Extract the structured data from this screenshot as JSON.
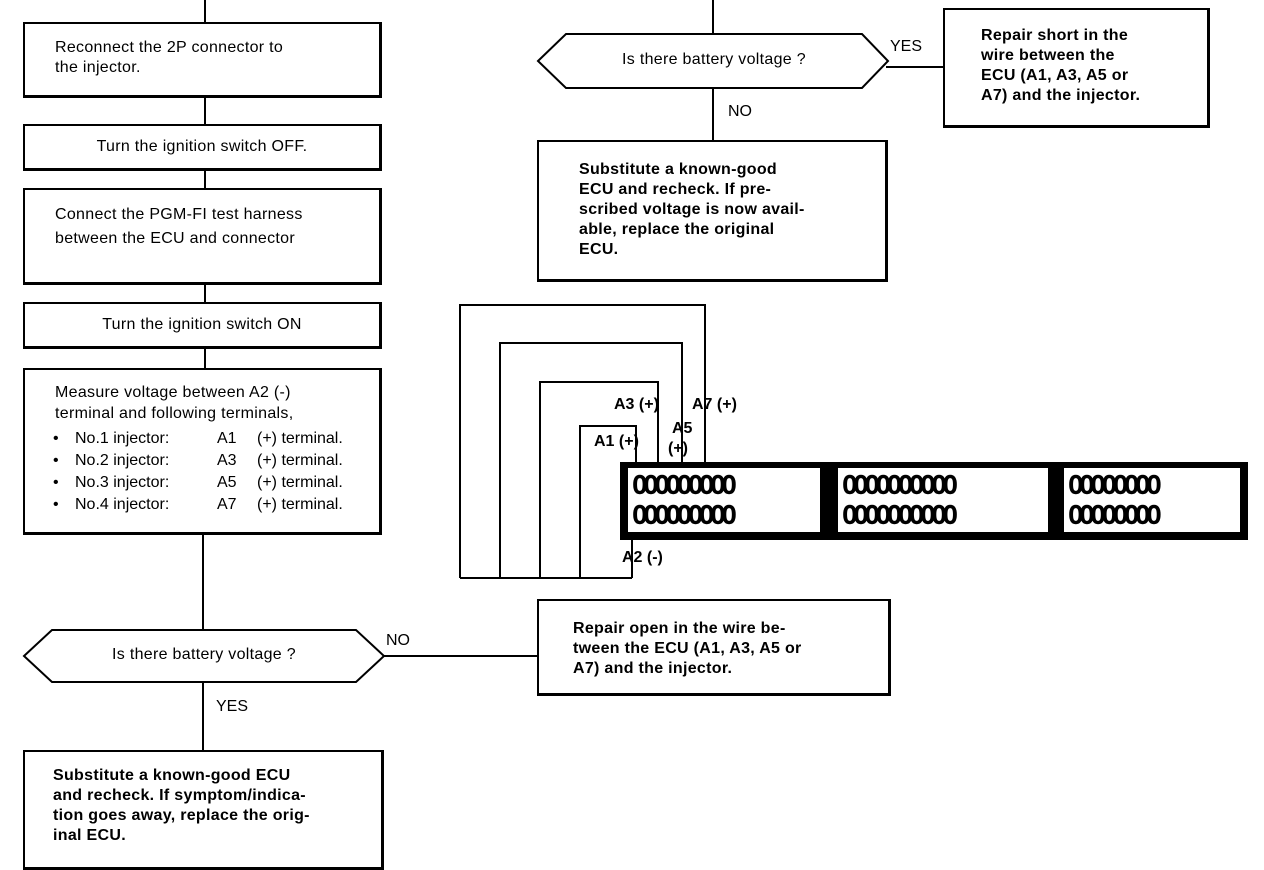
{
  "left": {
    "step1": "Reconnect the 2P connector to\nthe injector.",
    "step2": "Turn the ignition switch OFF.",
    "step3": "Connect the PGM-FI test harness\nbetween the ECU and connector",
    "step4": "Turn the ignition switch ON",
    "measure": {
      "intro": "Measure voltage between A2 (-)\nterminal and following terminals,",
      "items": [
        {
          "name": "No.1 injector:",
          "term": "A1",
          "sign": "(+) terminal."
        },
        {
          "name": "No.2 injector:",
          "term": "A3",
          "sign": "(+) terminal."
        },
        {
          "name": "No.3 injector:",
          "term": "A5",
          "sign": "(+) terminal."
        },
        {
          "name": "No.4 injector:",
          "term": "A7",
          "sign": "(+) terminal."
        }
      ]
    },
    "decision": "Is there battery voltage ?",
    "no_label": "NO",
    "yes_label": "YES",
    "result_yes": "Substitute a known-good ECU\nand recheck. If symptom/indica-\ntion goes away, replace the orig-\ninal ECU.",
    "result_no": "Repair open in the wire be-\ntween the ECU (A1, A3, A5 or\nA7) and the injector."
  },
  "right": {
    "decision": "Is there battery voltage ?",
    "yes_label": "YES",
    "no_label": "NO",
    "result_yes": "Repair short in the\nwire between the\nECU (A1, A3, A5 or\nA7) and the injector.",
    "result_no": "Substitute a known-good\nECU and recheck. If pre-\nscribed voltage is now avail-\nable, replace the original\nECU."
  },
  "connector": {
    "a1": "A1 (+)",
    "a3": "A3 (+)",
    "a5": "A5",
    "a5_sign": "(+)",
    "a7": "A7 (+)",
    "a2": "A2 (-)",
    "block1_row1": "OOOOOOOOO",
    "block1_row2": "OOOOOOOOO",
    "block2_row1": "OOOOOOOOOO",
    "block2_row2": "OOOOOOOOOO",
    "block3_row1": "OOOOOOOO",
    "block3_row2": "OOOOOOOO"
  }
}
